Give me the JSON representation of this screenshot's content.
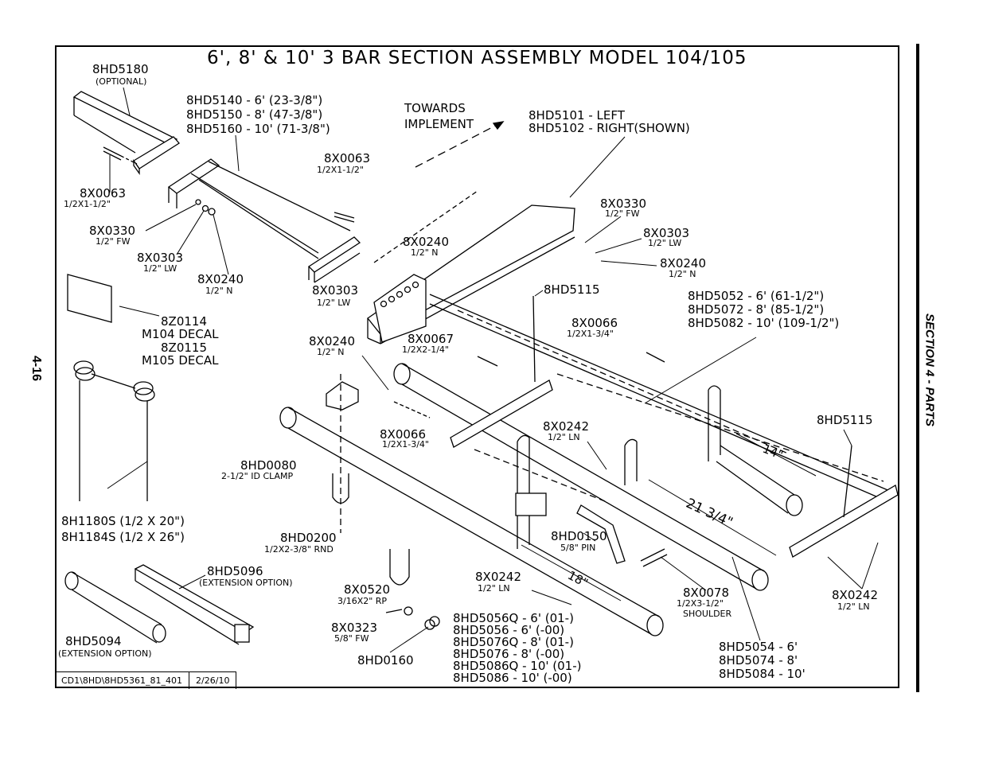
{
  "page_number": "4-16",
  "section_label": "SECTION 4 - PARTS",
  "title": "6', 8' & 10' 3 BAR SECTION ASSEMBLY MODEL 104/105",
  "drawing_ref": "CD1\\8HD\\8HD5361_81_401",
  "drawing_date": "2/26/10",
  "direction_note": [
    "TOWARDS",
    "IMPLEMENT"
  ],
  "dimensions": [
    "14\"",
    "21 3/4\"",
    "18\""
  ],
  "callouts": {
    "c8HD5180": {
      "part": "8HD5180",
      "desc": "(OPTIONAL)"
    },
    "bar_tube": [
      "8HD5140  -  6' (23-3/8\")",
      "8HD5150  -  8' (47-3/8\")",
      "8HD5160  -  10' (71-3/8\")"
    ],
    "frame_mount": [
      "8HD5101  -  LEFT",
      "8HD5102  -  RIGHT(SHOWN)"
    ],
    "c8X0063a": {
      "part": "8X0063",
      "desc": "1/2X1-1/2\""
    },
    "c8X0063b": {
      "part": "8X0063",
      "desc": "1/2X1-1/2\""
    },
    "c8X0330a": {
      "part": "8X0330",
      "desc": "1/2\" FW"
    },
    "c8X0330b": {
      "part": "8X0330",
      "desc": "1/2\" FW"
    },
    "c8X0303a": {
      "part": "8X0303",
      "desc": "1/2\" LW"
    },
    "c8X0303b": {
      "part": "8X0303",
      "desc": "1/2\" LW"
    },
    "c8X0303c": {
      "part": "8X0303",
      "desc": "1/2\" LW"
    },
    "c8X0240a": {
      "part": "8X0240",
      "desc": "1/2\" N"
    },
    "c8X0240b": {
      "part": "8X0240",
      "desc": "1/2\" N"
    },
    "c8X0240c": {
      "part": "8X0240",
      "desc": "1/2\" N"
    },
    "c8X0240d": {
      "part": "8X0240",
      "desc": "1/2\" N"
    },
    "decal": [
      "8Z0114",
      "M104  DECAL",
      "8Z0115",
      "M105  DECAL"
    ],
    "c8HD5115a": "8HD5115",
    "c8HD5115b": "8HD5115",
    "rear_bar": [
      "8HD5052  -  6' (61-1/2\")",
      "8HD5072  -  8' (85-1/2\")",
      "8HD5082  -  10' (109-1/2\")"
    ],
    "c8X0066a": {
      "part": "8X0066",
      "desc": "1/2X1-3/4\""
    },
    "c8X0066b": {
      "part": "8X0066",
      "desc": "1/2X1-3/4\""
    },
    "c8X0067": {
      "part": "8X0067",
      "desc": "1/2X2-1/4\""
    },
    "c8X0242a": {
      "part": "8X0242",
      "desc": "1/2\" LN"
    },
    "c8X0242b": {
      "part": "8X0242",
      "desc": "1/2\" LN"
    },
    "c8X0242c": {
      "part": "8X0242",
      "desc": "1/2\" LN"
    },
    "c8HD0080": {
      "part": "8HD0080",
      "desc": "2-1/2\" ID CLAMP"
    },
    "tines": [
      "8H1180S  (1/2 X 20\")",
      "8H1184S  (1/2 X 26\")"
    ],
    "c8HD0200": {
      "part": "8HD0200",
      "desc": "1/2X2-3/8\" RND"
    },
    "c8HD0150": {
      "part": "8HD0150",
      "desc": "5/8\" PIN"
    },
    "c8X0078": {
      "part": "8X0078",
      "desc": "1/2X3-1/2\"",
      "desc2": "SHOULDER"
    },
    "c8HD5096": {
      "part": "8HD5096",
      "desc": "(EXTENSION OPTION)"
    },
    "c8HD5094": {
      "part": "8HD5094",
      "desc": "(EXTENSION OPTION)"
    },
    "c8X0520": {
      "part": "8X0520",
      "desc": "3/16X2\" RP"
    },
    "c8X0323": {
      "part": "8X0323",
      "desc": "5/8\" FW"
    },
    "c8HD0160": "8HD0160",
    "front_bar": [
      "8HD5056Q  -  6' (01-)",
      "8HD5056  -  6' (-00)",
      "8HD5076Q  -  8' (01-)",
      "8HD5076  -  8' (-00)",
      "8HD5086Q  -  10' (01-)",
      "8HD5086  -  10' (-00)"
    ],
    "mid_bar": [
      "8HD5054  -  6'",
      "8HD5074  -  8'",
      "8HD5084  -  10'"
    ]
  }
}
